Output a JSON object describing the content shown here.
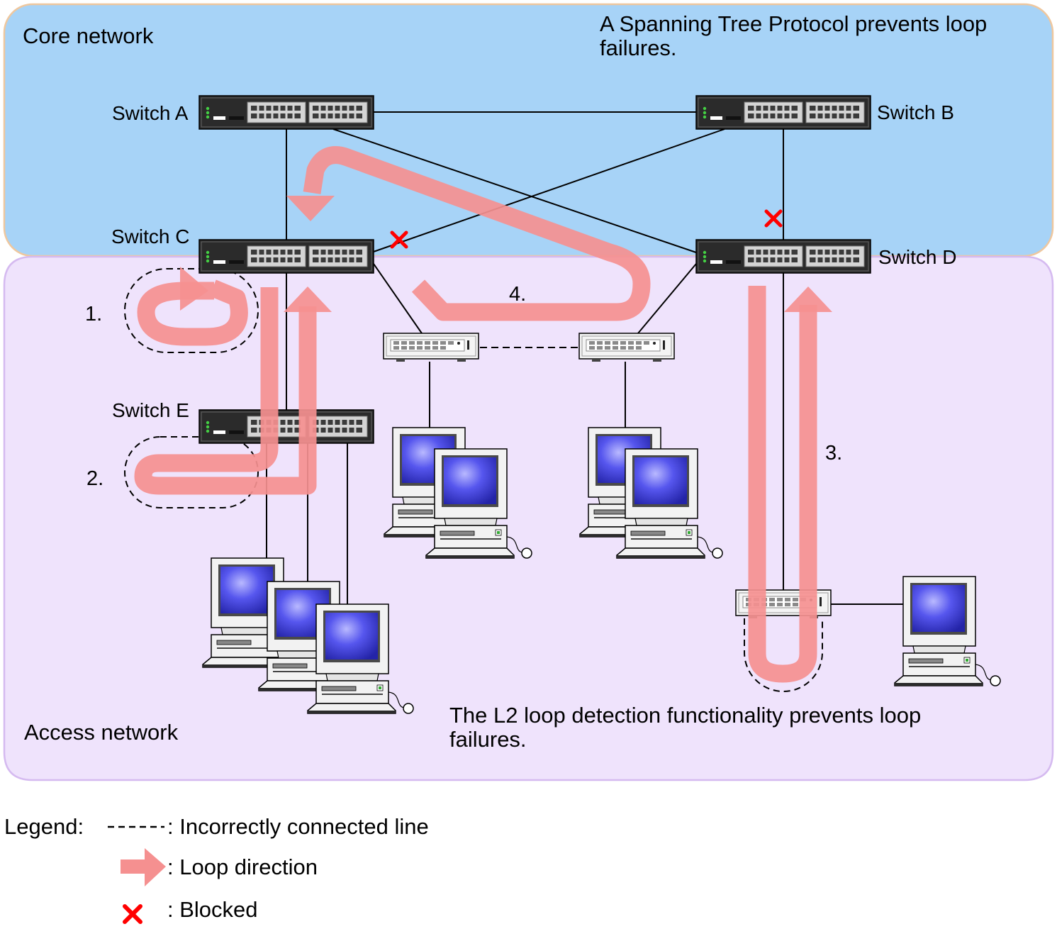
{
  "zones": {
    "core": {
      "label": "Core network",
      "note": [
        "A Spanning Tree Protocol prevents loop",
        "failures."
      ],
      "color": "#a7d3f7"
    },
    "access": {
      "label": "Access network",
      "note": [
        "The L2 loop detection functionality prevents loop",
        "failures."
      ],
      "color": "#efe3fc"
    }
  },
  "switches": {
    "a": "Switch A",
    "b": "Switch B",
    "c": "Switch C",
    "d": "Switch D",
    "e": "Switch E"
  },
  "loops": [
    "1.",
    "2.",
    "3.",
    "4."
  ],
  "legend": {
    "title": "Legend:",
    "incorrect": ": Incorrectly connected line",
    "loop": ": Loop direction",
    "blocked": ": Blocked"
  },
  "colors": {
    "loop_arrow": "#f59090",
    "blocked_x": "#ff0000",
    "monitor_screen": "#3a3ae0"
  }
}
